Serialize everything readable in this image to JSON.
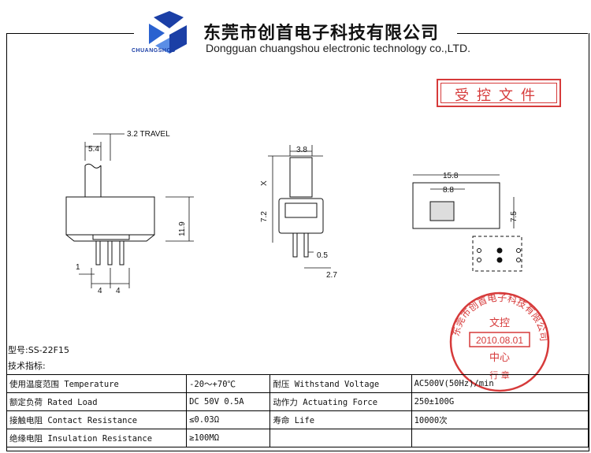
{
  "header": {
    "brand": "CHUANGSHOU",
    "company_cn": "东莞市创首电子科技有限公司",
    "company_en": "Dongguan chuangshou electronic technology co.,LTD."
  },
  "stamp": {
    "label": "受控文件"
  },
  "seal": {
    "ring_text": "东莞市创首电子科技有限公司",
    "line1": "文控",
    "date": "2010.08.01",
    "line2": "中心",
    "bottom": "行 章",
    "color": "#d63a3a"
  },
  "drawing": {
    "travel": "3.2 TRAVEL",
    "d_5_4": "5.4",
    "d_11_9": "11.9",
    "d_1": "1",
    "d_4a": "4",
    "d_4b": "4",
    "d_3_8": "3.8",
    "d_x": "X",
    "d_7_2": "7.2",
    "d_0_5": "0.5",
    "d_2_7": "2.7",
    "d_15_8": "15.8",
    "d_8_8": "8.8",
    "d_7_5": "7.5"
  },
  "model": "型号:SS-22F15",
  "specs_label": "技术指标:",
  "specs": [
    [
      "使用温度范围 Temperature",
      "-20～+70℃",
      "耐压 Withstand Voltage",
      "AC500V(50Hz)/min"
    ],
    [
      "额定负荷 Rated Load",
      "DC 50V 0.5A",
      "动作力 Actuating Force",
      "250±100G"
    ],
    [
      "接触电阻 Contact Resistance",
      "≤0.03Ω",
      "寿命 Life",
      "10000次"
    ],
    [
      "绝缘电阻 Insulation Resistance",
      "≥100MΩ",
      "",
      ""
    ]
  ]
}
